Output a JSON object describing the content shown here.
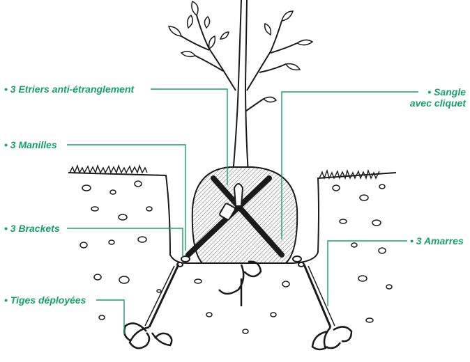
{
  "colors": {
    "accent": "#14a06a",
    "ink": "#1a1a1a",
    "background": "#ffffff"
  },
  "labels": {
    "etriers": "• 3 Etriers anti-étranglement",
    "manilles": "• 3 Manilles",
    "brackets": "• 3 Brackets",
    "tiges": "• Tiges déployées",
    "sangle_line1": "• Sangle",
    "sangle_line2": "avec cliquet",
    "amarres": "• 3 Amarres"
  }
}
